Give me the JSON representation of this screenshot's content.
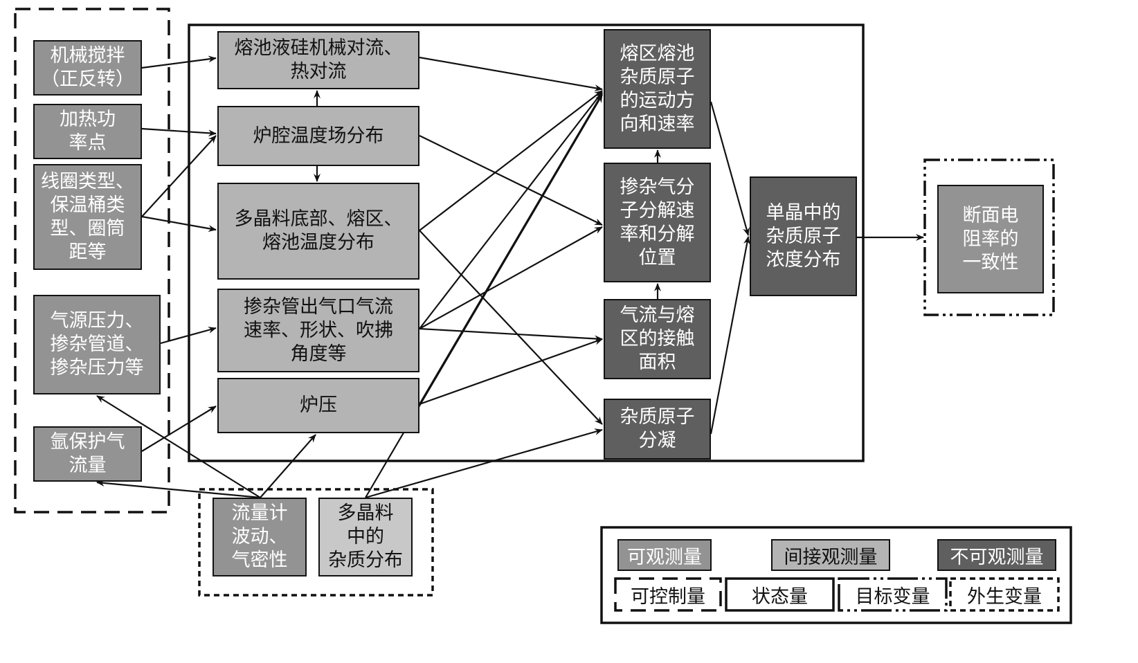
{
  "colors": {
    "observable": "#939393",
    "indirect": "#b4b4b4",
    "unobservable": "#5f5f5f",
    "line": "#111111"
  },
  "groups": {
    "controllable": "可控制量",
    "state": "状态量",
    "target": "目标变量",
    "exogenous": "外生变量"
  },
  "nodes": {
    "mech_stir": {
      "text": "机械搅拌\n（正反转）",
      "type": "observable",
      "group": "controllable"
    },
    "heat_power": {
      "text": "加热功\n率点",
      "type": "observable",
      "group": "controllable"
    },
    "coil_type": {
      "text": "线圈类型、\n保温桶类\n型、圈筒\n距等",
      "type": "observable",
      "group": "controllable"
    },
    "gas_pressure": {
      "text": "气源压力、\n掺杂管道、\n掺杂压力等",
      "type": "observable",
      "group": "controllable"
    },
    "argon_flow": {
      "text": "氩保护气\n流量",
      "type": "observable",
      "group": "controllable"
    },
    "convection": {
      "text": "熔池液硅机械对流、\n热对流",
      "type": "indirect",
      "group": "state"
    },
    "cavity_temp": {
      "text": "炉腔温度场分布",
      "type": "indirect",
      "group": "state"
    },
    "bottom_temp": {
      "text": "多晶料底部、熔区、\n熔池温度分布",
      "type": "indirect",
      "group": "state"
    },
    "doping_outlet": {
      "text": "掺杂管出气口气流\n速率、形状、吹拂\n角度等",
      "type": "indirect",
      "group": "state"
    },
    "furnace_pressure": {
      "text": "炉压",
      "type": "indirect",
      "group": "state"
    },
    "impurity_motion": {
      "text": "熔区熔池\n杂质原子\n的运动方\n向和速率",
      "type": "unobservable",
      "group": "state"
    },
    "decomposition": {
      "text": "掺杂气分\n子分解速\n率和分解\n位置",
      "type": "unobservable",
      "group": "state"
    },
    "contact_area": {
      "text": "气流与熔\n区的接触\n面积",
      "type": "unobservable",
      "group": "state"
    },
    "segregation": {
      "text": "杂质原子\n分凝",
      "type": "unobservable",
      "group": "state"
    },
    "concentration": {
      "text": "单晶中的\n杂质原子\n浓度分布",
      "type": "unobservable",
      "group": "state"
    },
    "resistivity": {
      "text": "断面电\n阻率的\n一致性",
      "type": "observable",
      "group": "target"
    },
    "flowmeter": {
      "text": "流量计\n波动、\n气密性",
      "type": "observable",
      "group": "exogenous"
    },
    "poly_impurity": {
      "text": "多晶料\n中的\n杂质分布",
      "type": "indirect",
      "group": "exogenous"
    }
  },
  "edges": [
    [
      "mech_stir",
      "convection"
    ],
    [
      "heat_power",
      "cavity_temp"
    ],
    [
      "coil_type",
      "cavity_temp"
    ],
    [
      "coil_type",
      "bottom_temp"
    ],
    [
      "gas_pressure",
      "doping_outlet"
    ],
    [
      "argon_flow",
      "furnace_pressure"
    ],
    [
      "cavity_temp",
      "convection"
    ],
    [
      "cavity_temp",
      "bottom_temp"
    ],
    [
      "convection",
      "impurity_motion"
    ],
    [
      "cavity_temp",
      "decomposition"
    ],
    [
      "bottom_temp",
      "impurity_motion"
    ],
    [
      "bottom_temp",
      "segregation"
    ],
    [
      "doping_outlet",
      "impurity_motion"
    ],
    [
      "doping_outlet",
      "decomposition"
    ],
    [
      "doping_outlet",
      "contact_area"
    ],
    [
      "furnace_pressure",
      "impurity_motion"
    ],
    [
      "furnace_pressure",
      "contact_area"
    ],
    [
      "contact_area",
      "decomposition"
    ],
    [
      "decomposition",
      "impurity_motion"
    ],
    [
      "impurity_motion",
      "concentration"
    ],
    [
      "segregation",
      "concentration"
    ],
    [
      "concentration",
      "resistivity"
    ],
    [
      "flowmeter",
      "gas_pressure"
    ],
    [
      "flowmeter",
      "argon_flow"
    ],
    [
      "flowmeter",
      "furnace_pressure"
    ],
    [
      "poly_impurity",
      "impurity_motion"
    ],
    [
      "poly_impurity",
      "segregation"
    ]
  ],
  "legend": {
    "observable": "可观测量",
    "indirect": "间接观测量",
    "unobservable": "不可观测量",
    "controllable": "可控制量",
    "state": "状态量",
    "target": "目标变量",
    "exogenous": "外生变量"
  }
}
